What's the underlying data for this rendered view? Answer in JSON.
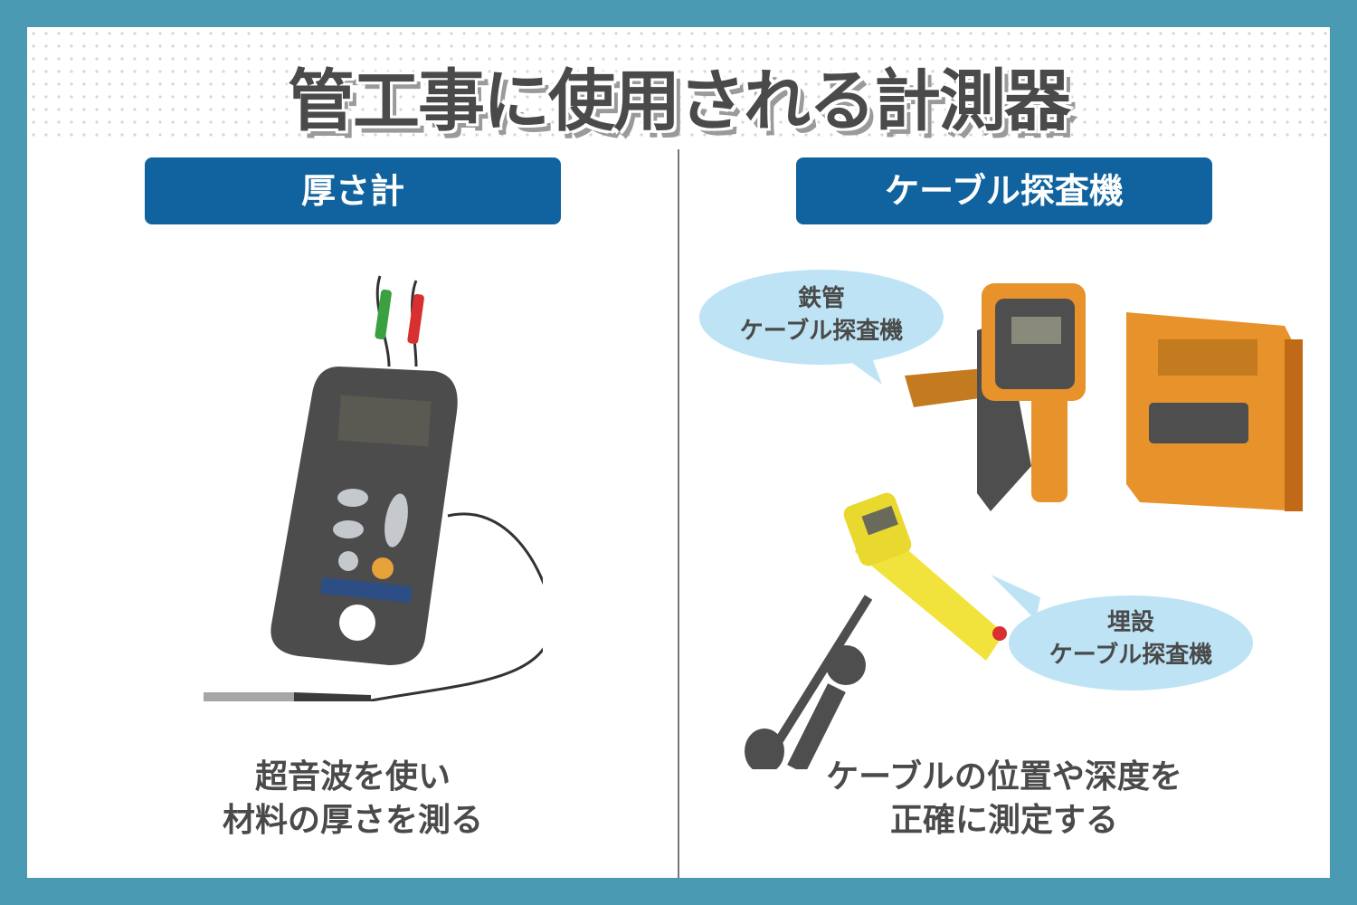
{
  "title": "管工事に使用される計測器",
  "left": {
    "header": "厚さ計",
    "caption_line1": "超音波を使い",
    "caption_line2": "材料の厚さを測る"
  },
  "right": {
    "header": "ケーブル探査機",
    "bubble1_line1": "鉄管",
    "bubble1_line2": "ケーブル探査機",
    "bubble2_line1": "埋設",
    "bubble2_line2": "ケーブル探査機",
    "caption_line1": "ケーブルの位置や深度を",
    "caption_line2": "正確に測定する"
  },
  "colors": {
    "frame": "#4a9ab3",
    "header": "#10639e",
    "bubble": "#bde3f5",
    "text": "#4a4a4a"
  }
}
